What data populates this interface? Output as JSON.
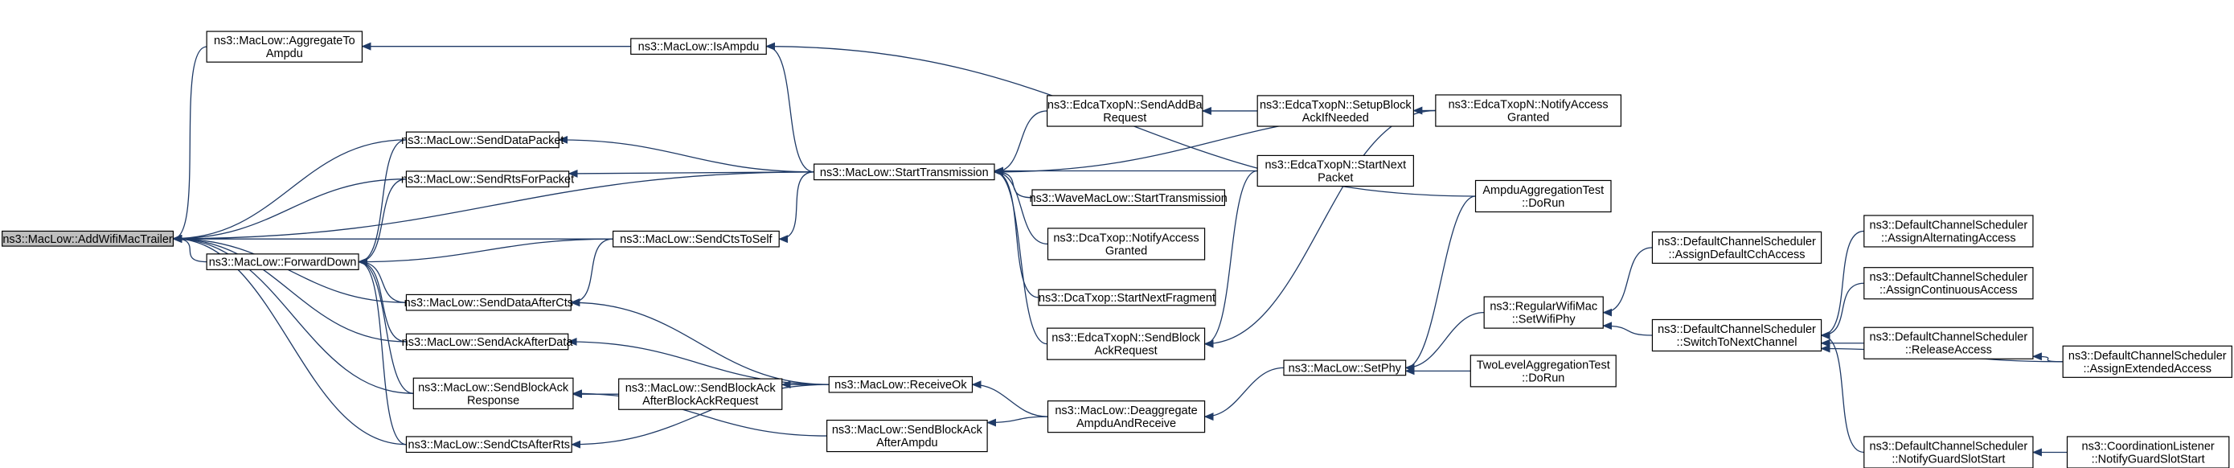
{
  "nodes": {
    "addwifimactrailer": [
      "ns3::MacLow::AddWifiMacTrailer"
    ],
    "aggregatetoampdu": [
      "ns3::MacLow::AggregateTo",
      "Ampdu"
    ],
    "forwarddown": [
      "ns3::MacLow::ForwardDown"
    ],
    "senddatapacket": [
      "ns3::MacLow::SendDataPacket"
    ],
    "sendrtsforpacket": [
      "ns3::MacLow::SendRtsForPacket"
    ],
    "senddataafterct": [
      "ns3::MacLow::SendDataAfterCts"
    ],
    "sendackafterdata": [
      "ns3::MacLow::SendAckAfterData"
    ],
    "sendblockackresponse": [
      "ns3::MacLow::SendBlockAck",
      "Response"
    ],
    "sendctsafterrts": [
      "ns3::MacLow::SendCtsAfterRts"
    ],
    "isampdu": [
      "ns3::MacLow::IsAmpdu"
    ],
    "sendctstoself": [
      "ns3::MacLow::SendCtsToSelf"
    ],
    "sendbaafterbareq": [
      "ns3::MacLow::SendBlockAck",
      "AfterBlockAckRequest"
    ],
    "starttransmission": [
      "ns3::MacLow::StartTransmission"
    ],
    "receiveok": [
      "ns3::MacLow::ReceiveOk"
    ],
    "sendbaafterampdu": [
      "ns3::MacLow::SendBlockAck",
      "AfterAmpdu"
    ],
    "sendaddba": [
      "ns3::EdcaTxopN::SendAddBa",
      "Request"
    ],
    "wavestarttx": [
      "ns3::WaveMacLow::StartTransmission"
    ],
    "dcanotify": [
      "ns3::DcaTxop::NotifyAccess",
      "Granted"
    ],
    "dcastartnextfrag": [
      "ns3::DcaTxop::StartNextFragment"
    ],
    "edcasendblockack": [
      "ns3::EdcaTxopN::SendBlock",
      "AckRequest"
    ],
    "deaggregate": [
      "ns3::MacLow::Deaggregate",
      "AmpduAndReceive"
    ],
    "setupblockack": [
      "ns3::EdcaTxopN::SetupBlock",
      "AckIfNeeded"
    ],
    "edcastartnextpacket": [
      "ns3::EdcaTxopN::StartNext",
      "Packet"
    ],
    "setphy": [
      "ns3::MacLow::SetPhy"
    ],
    "edcanotify": [
      "ns3::EdcaTxopN::NotifyAccess",
      "Granted"
    ],
    "ampdutest": [
      "AmpduAggregationTest",
      "::DoRun"
    ],
    "regularsetwifiphy": [
      "ns3::RegularWifiMac",
      "::SetWifiPhy"
    ],
    "twoleveltest": [
      "TwoLevelAggregationTest",
      "::DoRun"
    ],
    "assigndefaultcch": [
      "ns3::DefaultChannelScheduler",
      "::AssignDefaultCchAccess"
    ],
    "switchtonext": [
      "ns3::DefaultChannelScheduler",
      "::SwitchToNextChannel"
    ],
    "notifyguard": [
      "ns3::DefaultChannelScheduler",
      "::NotifyGuardSlotStart"
    ],
    "assignalternating": [
      "ns3::DefaultChannelScheduler",
      "::AssignAlternatingAccess"
    ],
    "assigncontinuous": [
      "ns3::DefaultChannelScheduler",
      "::AssignContinuousAccess"
    ],
    "releaseaccess": [
      "ns3::DefaultChannelScheduler",
      "::ReleaseAccess"
    ],
    "assignextended": [
      "ns3::DefaultChannelScheduler",
      "::AssignExtendedAccess"
    ],
    "coordnotifyguard": [
      "ns3::CoordinationListener",
      "::NotifyGuardSlotStart"
    ]
  },
  "edges": [
    [
      "aggregatetoampdu",
      "addwifimactrailer"
    ],
    [
      "forwarddown",
      "addwifimactrailer"
    ],
    [
      "senddatapacket",
      "addwifimactrailer"
    ],
    [
      "sendrtsforpacket",
      "addwifimactrailer"
    ],
    [
      "senddataafterct",
      "addwifimactrailer"
    ],
    [
      "sendackafterdata",
      "addwifimactrailer"
    ],
    [
      "sendblockackresponse",
      "addwifimactrailer"
    ],
    [
      "sendctsafterrts",
      "addwifimactrailer"
    ],
    [
      "sendctstoself",
      "addwifimactrailer"
    ],
    [
      "starttransmission",
      "addwifimactrailer"
    ],
    [
      "isampdu",
      "aggregatetoampdu"
    ],
    [
      "senddatapacket",
      "forwarddown"
    ],
    [
      "sendrtsforpacket",
      "forwarddown"
    ],
    [
      "senddataafterct",
      "forwarddown"
    ],
    [
      "sendackafterdata",
      "forwarddown"
    ],
    [
      "sendblockackresponse",
      "forwarddown"
    ],
    [
      "sendctsafterrts",
      "forwarddown"
    ],
    [
      "sendctstoself",
      "forwarddown"
    ],
    [
      "starttransmission",
      "senddatapacket"
    ],
    [
      "starttransmission",
      "sendrtsforpacket"
    ],
    [
      "sendctstoself",
      "senddataafterct"
    ],
    [
      "receiveok",
      "senddataafterct"
    ],
    [
      "receiveok",
      "sendackafterdata"
    ],
    [
      "sendbaafterbareq",
      "sendblockackresponse"
    ],
    [
      "sendbaafterampdu",
      "sendblockackresponse"
    ],
    [
      "receiveok",
      "sendctsafterrts"
    ],
    [
      "starttransmission",
      "isampdu"
    ],
    [
      "ampdutest",
      "isampdu"
    ],
    [
      "starttransmission",
      "sendctstoself"
    ],
    [
      "receiveok",
      "sendbaafterbareq"
    ],
    [
      "deaggregate",
      "receiveok"
    ],
    [
      "deaggregate",
      "sendbaafterampdu"
    ],
    [
      "sendaddba",
      "starttransmission"
    ],
    [
      "wavestarttx",
      "starttransmission"
    ],
    [
      "dcanotify",
      "starttransmission"
    ],
    [
      "dcastartnextfrag",
      "starttransmission"
    ],
    [
      "edcasendblockack",
      "starttransmission"
    ],
    [
      "edcastartnextpacket",
      "starttransmission"
    ],
    [
      "edcanotify",
      "starttransmission"
    ],
    [
      "setupblockack",
      "sendaddba"
    ],
    [
      "edcanotify",
      "setupblockack"
    ],
    [
      "edcastartnextpacket",
      "edcasendblockack"
    ],
    [
      "edcanotify",
      "edcasendblockack"
    ],
    [
      "setphy",
      "deaggregate"
    ],
    [
      "regularsetwifiphy",
      "setphy"
    ],
    [
      "twoleveltest",
      "setphy"
    ],
    [
      "ampdutest",
      "setphy"
    ],
    [
      "assigndefaultcch",
      "regularsetwifiphy"
    ],
    [
      "switchtonext",
      "regularsetwifiphy"
    ],
    [
      "assignalternating",
      "switchtonext"
    ],
    [
      "assigncontinuous",
      "switchtonext"
    ],
    [
      "releaseaccess",
      "switchtonext"
    ],
    [
      "assignextended",
      "switchtonext"
    ],
    [
      "notifyguard",
      "switchtonext"
    ],
    [
      "assignextended",
      "releaseaccess"
    ],
    [
      "coordnotifyguard",
      "notifyguard"
    ]
  ]
}
